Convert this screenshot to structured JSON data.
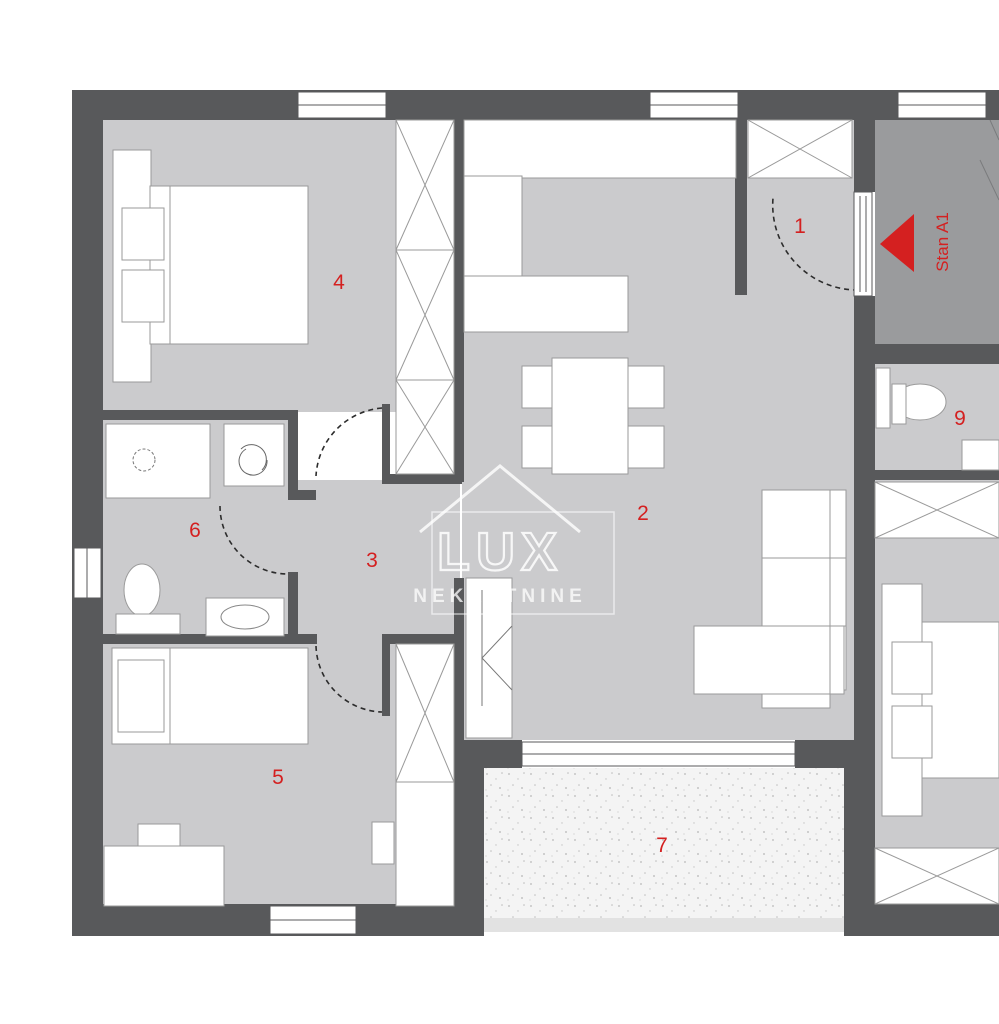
{
  "rooms": {
    "r1": "1",
    "r2": "2",
    "r3": "3",
    "r4": "4",
    "r5": "5",
    "r6": "6",
    "r7": "7",
    "r9": "9"
  },
  "unit_label": "Stan A1",
  "watermark": {
    "brand": "LUX",
    "sub": "NEKRETNINE"
  },
  "colors": {
    "wall": "#58595b",
    "floor": "#cbcbcd",
    "furniture": "#ffffff",
    "label": "#d42020"
  }
}
